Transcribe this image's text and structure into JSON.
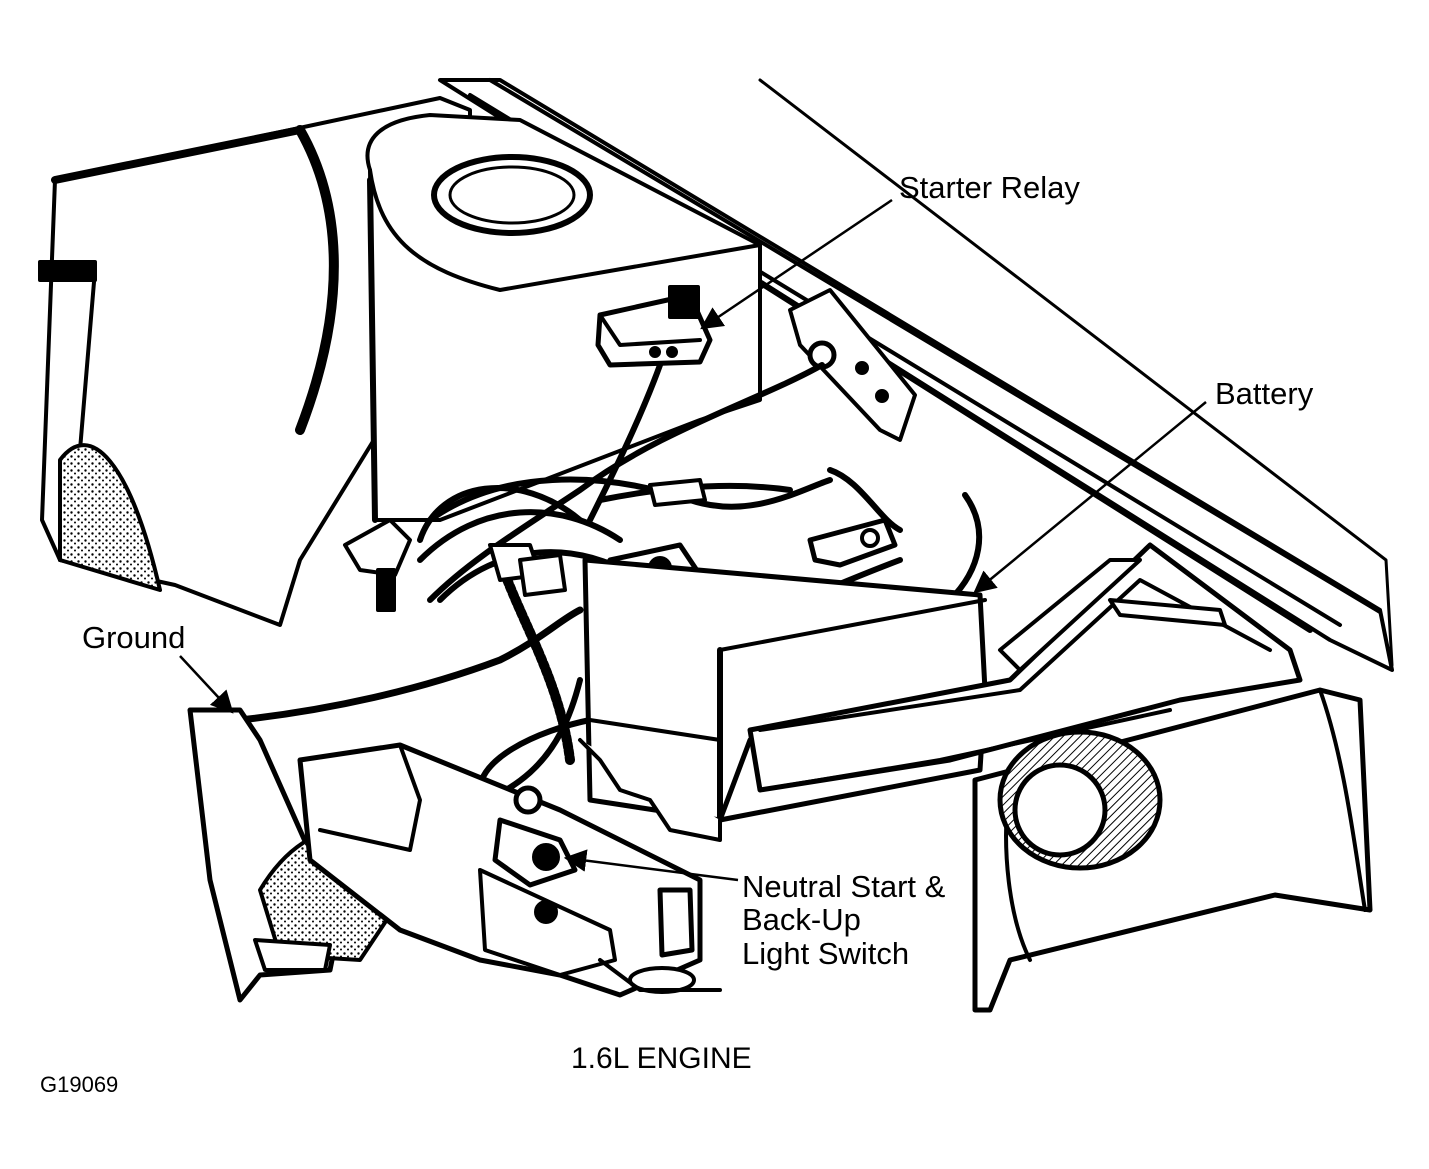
{
  "labels": {
    "starter_relay": "Starter Relay",
    "battery": "Battery",
    "ground": "Ground",
    "neutral_switch_line1": "Neutral Start &",
    "neutral_switch_line2": "Back-Up",
    "neutral_switch_line3": "Light Switch"
  },
  "caption": "1.6L ENGINE",
  "figure_id": "G19069",
  "colors": {
    "ink": "#000000",
    "paper": "#ffffff"
  }
}
